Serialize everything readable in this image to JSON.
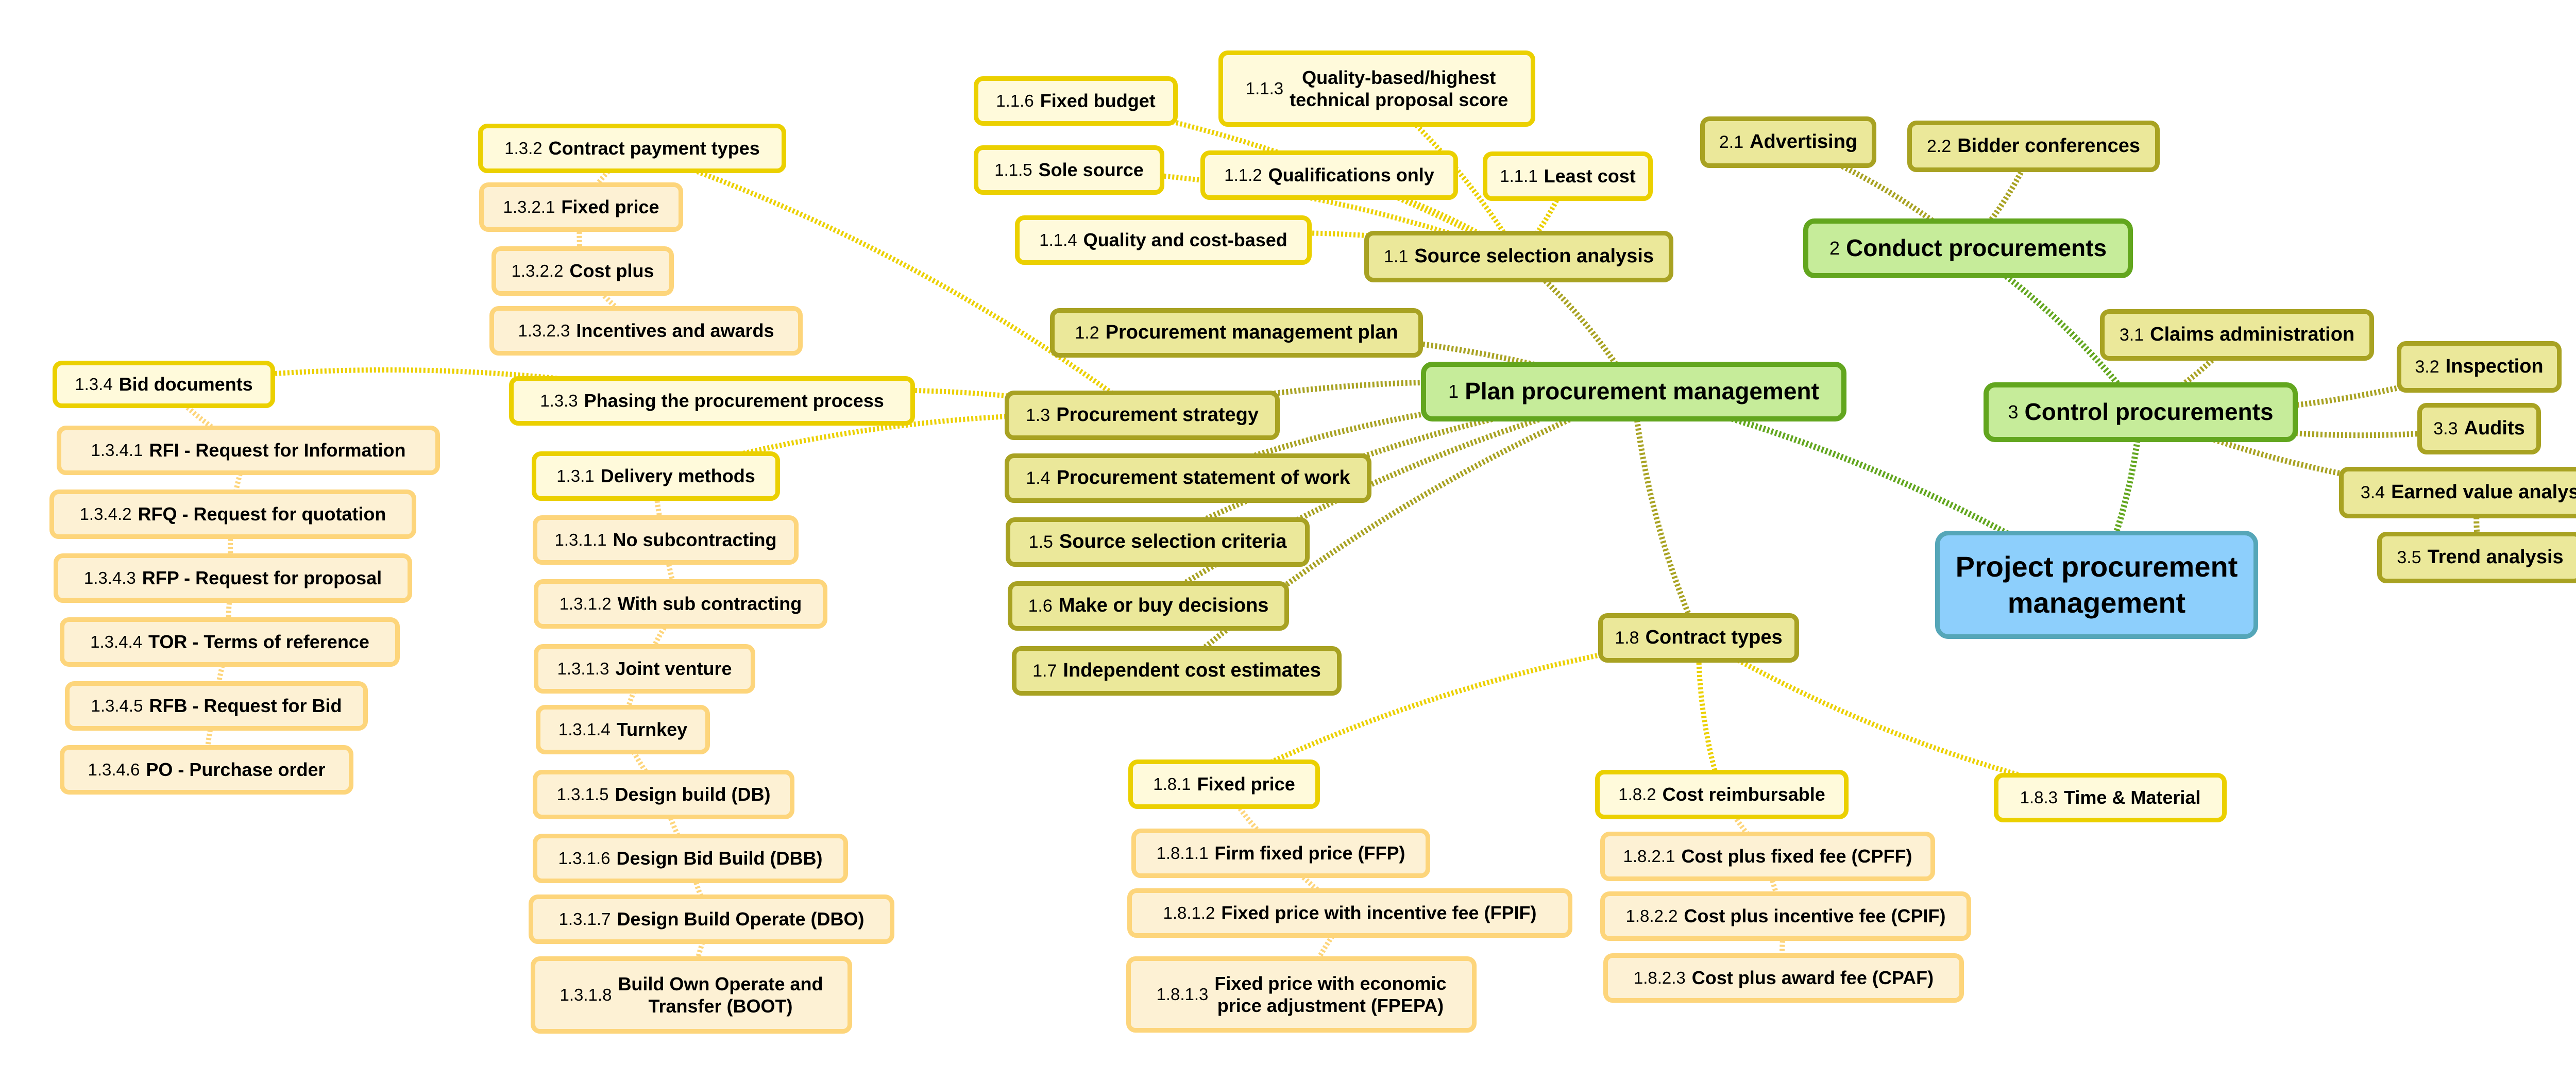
{
  "colors": {
    "root_fill": "#8dcffc",
    "root_border": "#55a6b8",
    "main_fill": "#c6ec9a",
    "main_border": "#62a61e",
    "sub_fill": "#ebe89a",
    "sub_border": "#a8a222",
    "l3_fill": "#fffadb",
    "l3_border": "#ebd000",
    "l4_fill": "#fdf1d4",
    "l4_border": "#fdd57b"
  },
  "root": {
    "label": "Project procurement\nmanagement"
  },
  "nodes": {
    "n1": {
      "num": "1",
      "label": "Plan procurement management"
    },
    "n1_1": {
      "num": "1.1",
      "label": "Source selection analysis"
    },
    "n1_1_1": {
      "num": "1.1.1",
      "label": "Least cost"
    },
    "n1_1_2": {
      "num": "1.1.2",
      "label": "Qualifications only"
    },
    "n1_1_3": {
      "num": "1.1.3",
      "label": "Quality-based/highest\ntechnical proposal score"
    },
    "n1_1_4": {
      "num": "1.1.4",
      "label": "Quality and cost-based"
    },
    "n1_1_5": {
      "num": "1.1.5",
      "label": "Sole source"
    },
    "n1_1_6": {
      "num": "1.1.6",
      "label": "Fixed budget"
    },
    "n1_2": {
      "num": "1.2",
      "label": "Procurement management plan"
    },
    "n1_3": {
      "num": "1.3",
      "label": "Procurement strategy"
    },
    "n1_3_1": {
      "num": "1.3.1",
      "label": "Delivery methods"
    },
    "n1_3_1_1": {
      "num": "1.3.1.1",
      "label": "No subcontracting"
    },
    "n1_3_1_2": {
      "num": "1.3.1.2",
      "label": "With sub contracting"
    },
    "n1_3_1_3": {
      "num": "1.3.1.3",
      "label": "Joint venture"
    },
    "n1_3_1_4": {
      "num": "1.3.1.4",
      "label": "Turnkey"
    },
    "n1_3_1_5": {
      "num": "1.3.1.5",
      "label": "Design build (DB)"
    },
    "n1_3_1_6": {
      "num": "1.3.1.6",
      "label": "Design Bid Build (DBB)"
    },
    "n1_3_1_7": {
      "num": "1.3.1.7",
      "label": "Design Build Operate (DBO)"
    },
    "n1_3_1_8": {
      "num": "1.3.1.8",
      "label": "Build Own Operate and\nTransfer (BOOT)"
    },
    "n1_3_2": {
      "num": "1.3.2",
      "label": "Contract payment types"
    },
    "n1_3_2_1": {
      "num": "1.3.2.1",
      "label": "Fixed price"
    },
    "n1_3_2_2": {
      "num": "1.3.2.2",
      "label": "Cost plus"
    },
    "n1_3_2_3": {
      "num": "1.3.2.3",
      "label": "Incentives and awards"
    },
    "n1_3_3": {
      "num": "1.3.3",
      "label": "Phasing the procurement process"
    },
    "n1_3_4": {
      "num": "1.3.4",
      "label": "Bid documents"
    },
    "n1_3_4_1": {
      "num": "1.3.4.1",
      "label": "RFI  - Request for Information"
    },
    "n1_3_4_2": {
      "num": "1.3.4.2",
      "label": "RFQ - Request for quotation"
    },
    "n1_3_4_3": {
      "num": "1.3.4.3",
      "label": "RFP - Request for proposal"
    },
    "n1_3_4_4": {
      "num": "1.3.4.4",
      "label": "TOR - Terms of reference"
    },
    "n1_3_4_5": {
      "num": "1.3.4.5",
      "label": "RFB - Request for Bid"
    },
    "n1_3_4_6": {
      "num": "1.3.4.6",
      "label": "PO - Purchase order"
    },
    "n1_4": {
      "num": "1.4",
      "label": "Procurement statement of work"
    },
    "n1_5": {
      "num": "1.5",
      "label": "Source selection criteria"
    },
    "n1_6": {
      "num": "1.6",
      "label": "Make or buy decisions"
    },
    "n1_7": {
      "num": "1.7",
      "label": "Independent cost estimates"
    },
    "n1_8": {
      "num": "1.8",
      "label": "Contract types"
    },
    "n1_8_1": {
      "num": "1.8.1",
      "label": "Fixed price"
    },
    "n1_8_1_1": {
      "num": "1.8.1.1",
      "label": "Firm fixed price (FFP)"
    },
    "n1_8_1_2": {
      "num": "1.8.1.2",
      "label": "Fixed price with incentive fee (FPIF)"
    },
    "n1_8_1_3": {
      "num": "1.8.1.3",
      "label": "Fixed price with economic\nprice adjustment (FPEPA)"
    },
    "n1_8_2": {
      "num": "1.8.2",
      "label": "Cost reimbursable"
    },
    "n1_8_2_1": {
      "num": "1.8.2.1",
      "label": "Cost plus fixed fee (CPFF)"
    },
    "n1_8_2_2": {
      "num": "1.8.2.2",
      "label": "Cost plus incentive fee (CPIF)"
    },
    "n1_8_2_3": {
      "num": "1.8.2.3",
      "label": "Cost plus award fee (CPAF)"
    },
    "n1_8_3": {
      "num": "1.8.3",
      "label": "Time & Material"
    },
    "n2": {
      "num": "2",
      "label": "Conduct procurements"
    },
    "n2_1": {
      "num": "2.1",
      "label": "Advertising"
    },
    "n2_2": {
      "num": "2.2",
      "label": "Bidder conferences"
    },
    "n3": {
      "num": "3",
      "label": "Control procurements"
    },
    "n3_1": {
      "num": "3.1",
      "label": "Claims administration"
    },
    "n3_2": {
      "num": "3.2",
      "label": "Inspection"
    },
    "n3_3": {
      "num": "3.3",
      "label": "Audits"
    },
    "n3_4": {
      "num": "3.4",
      "label": "Earned value analysis"
    },
    "n3_5": {
      "num": "3.5",
      "label": "Trend analysis"
    }
  },
  "edges": [
    [
      "root",
      "n1",
      "main"
    ],
    [
      "root",
      "n3",
      "main"
    ],
    [
      "n3",
      "n2",
      "main"
    ],
    [
      "n1",
      "n1_1",
      "sub"
    ],
    [
      "n1",
      "n1_2",
      "sub"
    ],
    [
      "n1",
      "n1_3",
      "sub"
    ],
    [
      "n1",
      "n1_4",
      "sub"
    ],
    [
      "n1",
      "n1_5",
      "sub"
    ],
    [
      "n1",
      "n1_6",
      "sub"
    ],
    [
      "n1",
      "n1_7",
      "sub"
    ],
    [
      "n1",
      "n1_8",
      "sub"
    ],
    [
      "n1_1",
      "n1_1_1",
      "l3"
    ],
    [
      "n1_1",
      "n1_1_2",
      "l3"
    ],
    [
      "n1_1",
      "n1_1_3",
      "l3"
    ],
    [
      "n1_1",
      "n1_1_4",
      "l3"
    ],
    [
      "n1_1",
      "n1_1_5",
      "l3"
    ],
    [
      "n1_1",
      "n1_1_6",
      "l3"
    ],
    [
      "n1_3",
      "n1_3_1",
      "l3"
    ],
    [
      "n1_3",
      "n1_3_2",
      "l3"
    ],
    [
      "n1_3",
      "n1_3_3",
      "l3"
    ],
    [
      "n1_3_3",
      "n1_3_4",
      "l3"
    ],
    [
      "n1_3_1",
      "n1_3_1_1",
      "l4"
    ],
    [
      "n1_3_1_1",
      "n1_3_1_2",
      "l4"
    ],
    [
      "n1_3_1_2",
      "n1_3_1_3",
      "l4"
    ],
    [
      "n1_3_1_3",
      "n1_3_1_4",
      "l4"
    ],
    [
      "n1_3_1_4",
      "n1_3_1_5",
      "l4"
    ],
    [
      "n1_3_1_5",
      "n1_3_1_6",
      "l4"
    ],
    [
      "n1_3_1_6",
      "n1_3_1_7",
      "l4"
    ],
    [
      "n1_3_1_7",
      "n1_3_1_8",
      "l4"
    ],
    [
      "n1_3_2",
      "n1_3_2_1",
      "l4"
    ],
    [
      "n1_3_2_1",
      "n1_3_2_2",
      "l4"
    ],
    [
      "n1_3_2_2",
      "n1_3_2_3",
      "l4"
    ],
    [
      "n1_3_4",
      "n1_3_4_1",
      "l4"
    ],
    [
      "n1_3_4_1",
      "n1_3_4_2",
      "l4"
    ],
    [
      "n1_3_4_2",
      "n1_3_4_3",
      "l4"
    ],
    [
      "n1_3_4_3",
      "n1_3_4_4",
      "l4"
    ],
    [
      "n1_3_4_4",
      "n1_3_4_5",
      "l4"
    ],
    [
      "n1_3_4_5",
      "n1_3_4_6",
      "l4"
    ],
    [
      "n1_8",
      "n1_8_1",
      "l3"
    ],
    [
      "n1_8",
      "n1_8_2",
      "l3"
    ],
    [
      "n1_8",
      "n1_8_3",
      "l3"
    ],
    [
      "n1_8_1",
      "n1_8_1_1",
      "l4"
    ],
    [
      "n1_8_1_1",
      "n1_8_1_2",
      "l4"
    ],
    [
      "n1_8_1_2",
      "n1_8_1_3",
      "l4"
    ],
    [
      "n1_8_2",
      "n1_8_2_1",
      "l4"
    ],
    [
      "n1_8_2_1",
      "n1_8_2_2",
      "l4"
    ],
    [
      "n1_8_2_2",
      "n1_8_2_3",
      "l4"
    ],
    [
      "n2",
      "n2_1",
      "sub"
    ],
    [
      "n2",
      "n2_2",
      "sub"
    ],
    [
      "n3",
      "n3_1",
      "sub"
    ],
    [
      "n3",
      "n3_2",
      "sub"
    ],
    [
      "n3",
      "n3_3",
      "sub"
    ],
    [
      "n3",
      "n3_4",
      "sub"
    ],
    [
      "n3_4",
      "n3_5",
      "sub"
    ]
  ]
}
